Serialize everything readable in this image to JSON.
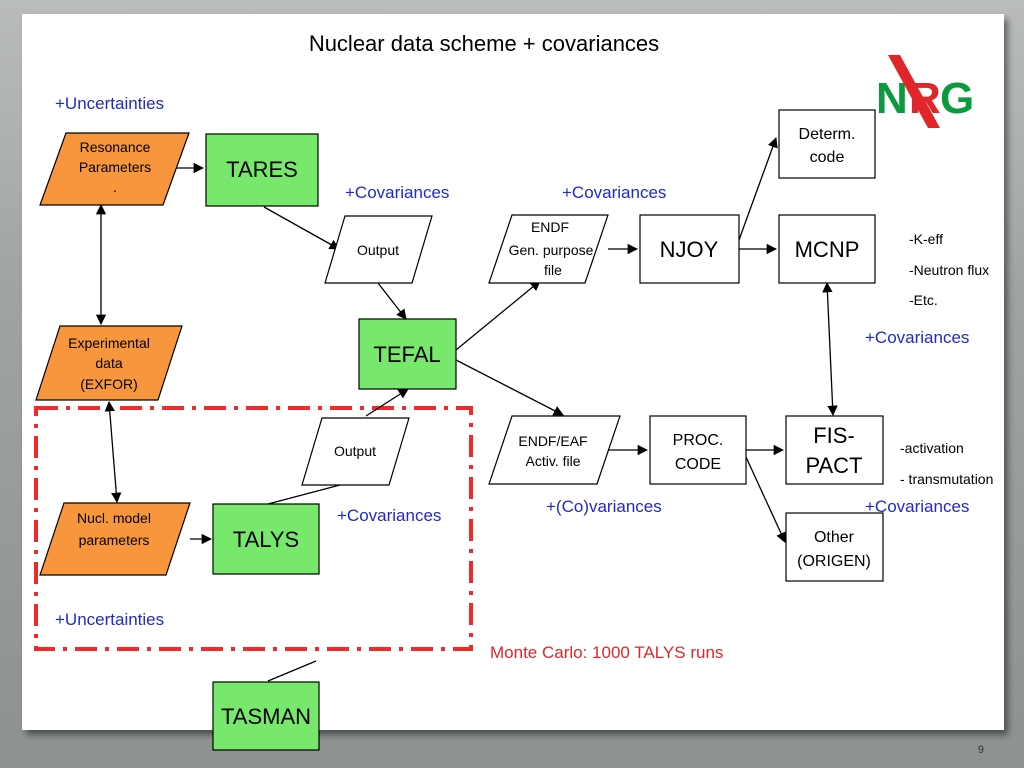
{
  "title": "Nuclear data scheme + covariances",
  "logo": {
    "text": "NRG",
    "green": "#0b9a3e",
    "red": "#e0262b"
  },
  "colors": {
    "orange": "#f7963d",
    "green": "#77e86b",
    "blue": "#1f2bc8",
    "red": "#e0262b",
    "frame": "#ee2a2a"
  },
  "nodes": {
    "resonance": [
      "Resonance",
      "Parameters",
      "."
    ],
    "tares": "TARES",
    "output_top": "Output",
    "experimental": [
      "Experimental",
      "data",
      "(EXFOR)"
    ],
    "tefal": "TEFAL",
    "output_bottom": "Output",
    "nucl_model": [
      "Nucl. model",
      "parameters"
    ],
    "talys": "TALYS",
    "tasman": "TASMAN",
    "endf_general": [
      "ENDF",
      "Gen. purpose",
      "file"
    ],
    "njoy": "NJOY",
    "mcnp": "MCNP",
    "determ": [
      "Determ.",
      "code"
    ],
    "endf_eaf": [
      "ENDF/EAF",
      "Activ. file"
    ],
    "proc_code": [
      "PROC.",
      "CODE"
    ],
    "fispact": [
      "FIS-",
      "PACT"
    ],
    "other": [
      "Other",
      "(ORIGEN)"
    ]
  },
  "labels": {
    "uncert_top": "+Uncertainties",
    "uncert_bottom": "+Uncertainties",
    "cov_tares": "+Covariances",
    "cov_endf": "+Covariances",
    "cov_talys": "+Covariances",
    "cov_mcnp": "+Covariances",
    "cov_fispact": "+Covariances",
    "co_var": "+(Co)variances",
    "monte_carlo": "Monte Carlo: 1000 TALYS runs"
  },
  "results": {
    "mcnp": [
      "-K-eff",
      "-Neutron flux",
      "-Etc."
    ],
    "fispact": [
      "-activation",
      "- transmutation"
    ]
  },
  "page_number": "9"
}
